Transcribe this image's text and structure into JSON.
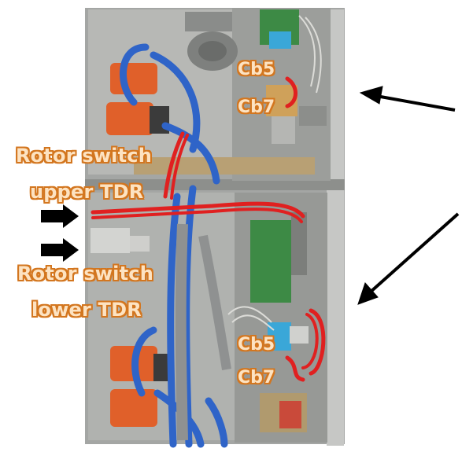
{
  "labels": {
    "rotor_upper_line1": "Rotor switch",
    "rotor_upper_line2": "upper TDR",
    "rotor_lower_line1": "Rotor switch",
    "rotor_lower_line2": "lower TDR",
    "cb5_top": "Cb5",
    "cb7_top": "Cb7",
    "cb5_bottom": "Cb5",
    "cb7_bottom": "Cb7"
  },
  "colors": {
    "cabinet": "#a9aaa8",
    "tubing": "#2f64c8",
    "pump": "#e0602a",
    "pcb": "#3d8a45",
    "highlight": "#e02020",
    "label_fill": "#fde3c2",
    "label_outline": "#d3761f"
  }
}
